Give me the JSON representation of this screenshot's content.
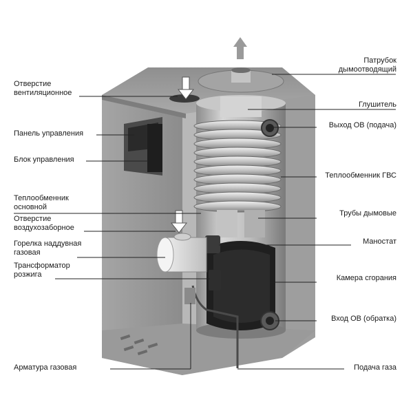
{
  "diagram": {
    "labels_left": [
      {
        "id": "vent-opening",
        "lines": [
          "Отверстие",
          "вентиляционное"
        ]
      },
      {
        "id": "control-panel",
        "lines": [
          "Панель управления"
        ]
      },
      {
        "id": "control-unit",
        "lines": [
          "Блок управления"
        ]
      },
      {
        "id": "main-heat-exchanger",
        "lines": [
          "Теплообменник",
          "основной"
        ]
      },
      {
        "id": "air-intake-opening",
        "lines": [
          "Отверстие",
          "воздухозаборное"
        ]
      },
      {
        "id": "burner",
        "lines": [
          "Горелка наддувная",
          "газовая"
        ]
      },
      {
        "id": "ignition-transformer",
        "lines": [
          "Трансформатор",
          "розжига"
        ]
      },
      {
        "id": "gas-valve",
        "lines": [
          "Арматура газовая"
        ]
      }
    ],
    "labels_right": [
      {
        "id": "flue-pipe",
        "lines": [
          "Патрубок",
          "дымоотводящий"
        ]
      },
      {
        "id": "silencer",
        "lines": [
          "Глушитель"
        ]
      },
      {
        "id": "heating-outlet",
        "lines": [
          "Выход ОВ (подача)"
        ]
      },
      {
        "id": "dhw-heat-exchanger",
        "lines": [
          "Теплообменник ГВС"
        ]
      },
      {
        "id": "smoke-tubes",
        "lines": [
          "Трубы дымовые"
        ]
      },
      {
        "id": "manostat",
        "lines": [
          "Маностат"
        ]
      },
      {
        "id": "combustion-chamber",
        "lines": [
          "Камера сгорания"
        ]
      },
      {
        "id": "heating-inlet",
        "lines": [
          "Вход ОВ (обратка)"
        ]
      },
      {
        "id": "gas-supply",
        "lines": [
          "Подача газа"
        ]
      }
    ]
  }
}
